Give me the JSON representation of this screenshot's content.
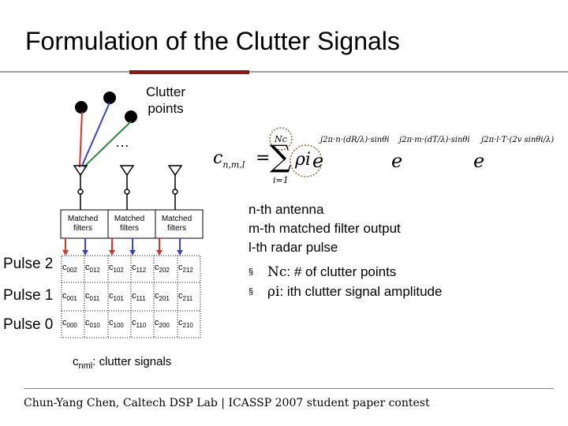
{
  "title": "Formulation of the Clutter Signals",
  "clutter": {
    "line1": "Clutter",
    "line2": "points",
    "ellipsis": "…"
  },
  "matched_filter": {
    "line1": "Matched",
    "line2": "filters"
  },
  "grid": {
    "rows": [
      {
        "label": "Pulse 2",
        "cells": [
          [
            "c",
            "002"
          ],
          [
            "c",
            "012"
          ],
          [
            "c",
            "102"
          ],
          [
            "c",
            "112"
          ],
          [
            "c",
            "202"
          ],
          [
            "c",
            "212"
          ]
        ]
      },
      {
        "label": "Pulse 1",
        "cells": [
          [
            "c",
            "001"
          ],
          [
            "c",
            "011"
          ],
          [
            "c",
            "101"
          ],
          [
            "c",
            "111"
          ],
          [
            "c",
            "201"
          ],
          [
            "c",
            "211"
          ]
        ]
      },
      {
        "label": "Pulse 0",
        "cells": [
          [
            "c",
            "000"
          ],
          [
            "c",
            "010"
          ],
          [
            "c",
            "100"
          ],
          [
            "c",
            "110"
          ],
          [
            "c",
            "200"
          ],
          [
            "c",
            "210"
          ]
        ]
      }
    ]
  },
  "description": [
    "n-th antenna",
    "m-th matched filter output",
    "l-th radar pulse"
  ],
  "bullets": [
    {
      "marker": "§",
      "symbol": "Nc",
      "text": ": # of clutter points"
    },
    {
      "marker": "§",
      "symbol": "ρi",
      "text": ": ith clutter signal amplitude"
    }
  ],
  "signals": {
    "symbol": "c",
    "sub": "nml",
    "text": ": clutter signals"
  },
  "formula": {
    "lhs": "c",
    "lhs_sub": "n,m,l",
    "eq": "=",
    "sum_upper": "Nc",
    "sum_lower": "i=1",
    "sigma": "∑",
    "rho": "ρi",
    "e": "e",
    "exp1": "j2π·n·(dR/λ)·sinθi",
    "exp2": "j2π·m·(dT/λ)·sinθi",
    "exp3": "j2π·l·T·(2v sinθi/λ)"
  },
  "footer": "Chun-Yang Chen, Caltech DSP Lab | ICASSP 2007 student paper contest",
  "colors": {
    "accent": "#8b1a1a",
    "red_line": "#d9342b",
    "blue_line": "#3a46c8",
    "green_line": "#2e8a3e",
    "dot_circle": "#8b6a30"
  }
}
